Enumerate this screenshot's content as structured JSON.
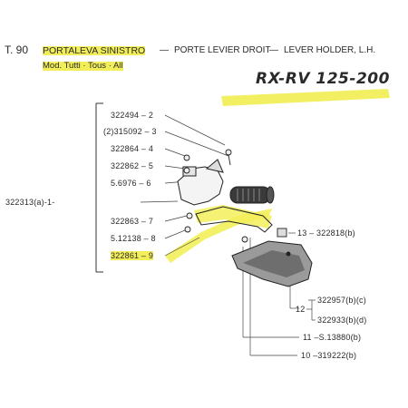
{
  "title": {
    "table_code": "T. 90",
    "italian": "PORTALEVA SINISTRO",
    "sep1": "—",
    "french": "PORTE LEVIER DROIT",
    "sep2": "—",
    "english": "LEVER HOLDER, L.H."
  },
  "models": "Mod. Tutti · Tous · All",
  "handwritten_note": "RX-RV 125-200",
  "highlight_color": "#f2ee5a",
  "assembly": {
    "code": "322313(a)",
    "num": "1"
  },
  "left_parts": [
    {
      "code": "322494",
      "num": "2"
    },
    {
      "code": "(2)315092",
      "num": "3"
    },
    {
      "code": "322864",
      "num": "4"
    },
    {
      "code": "322862",
      "num": "5"
    },
    {
      "code": "5.6976",
      "num": "6"
    },
    {
      "code": "322863",
      "num": "7"
    },
    {
      "code": "5.12138",
      "num": "8"
    },
    {
      "code": "322861",
      "num": "9"
    }
  ],
  "right_parts": {
    "p13": {
      "num": "13",
      "code": "322818(b)"
    },
    "p12": {
      "num": "12",
      "codes": [
        "322957(b)(c)",
        "322933(b)(d)"
      ]
    },
    "p11": {
      "num": "11",
      "code": "S.13880(b)"
    },
    "p10": {
      "num": "10",
      "code": "319222(b)"
    }
  }
}
